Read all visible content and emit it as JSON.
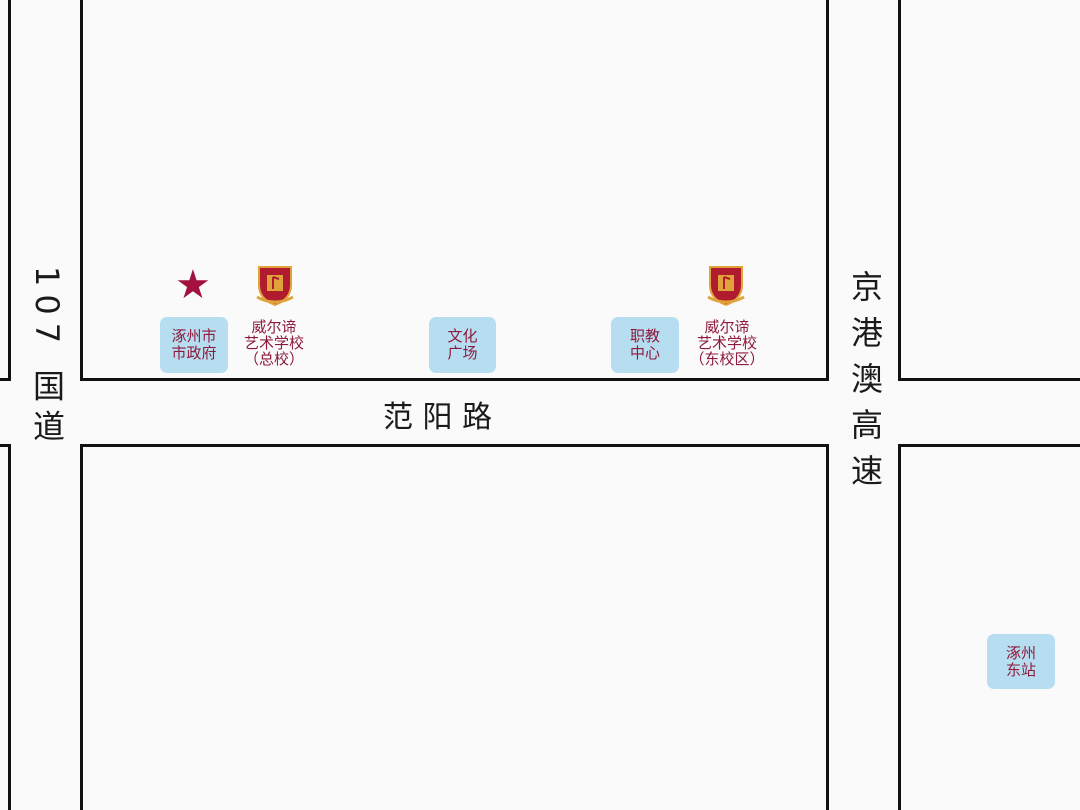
{
  "roads": {
    "highway_107": "107 国道",
    "fanyang_road": "范 阳 路",
    "jinggangao": "京港澳高速"
  },
  "pois": {
    "government": "涿州市\n市政府",
    "school_main": "威尔谛\n艺术学校\n（总校）",
    "culture_square": "文化\n广场",
    "vocational_center": "职教\n中心",
    "school_east": "威尔谛\n艺术学校\n（东校区）",
    "east_station": "涿州\n东站"
  },
  "icons": {
    "star": "★",
    "crest": "school-crest-icon"
  },
  "colors": {
    "poi_fill": "#b7def0",
    "poi_text": "#8d1a3c",
    "star": "#a3123f",
    "crest_red": "#b01c2e",
    "crest_gold": "#e0a23a"
  }
}
